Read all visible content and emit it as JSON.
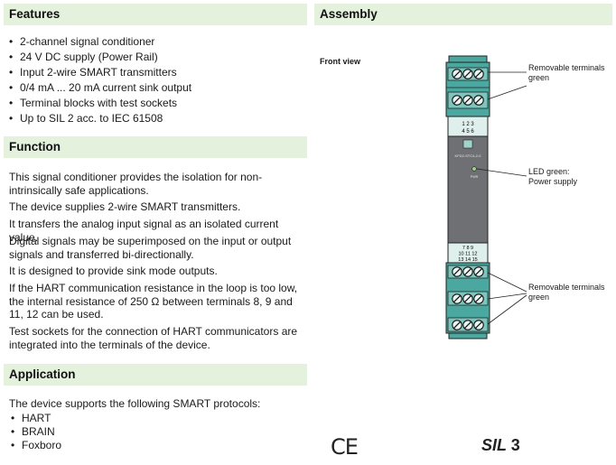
{
  "features": {
    "title": "Features",
    "items": [
      "2-channel signal conditioner",
      "24 V DC supply (Power Rail)",
      "Input 2-wire SMART transmitters",
      "0/4 mA ... 20 mA current sink output",
      "Terminal blocks with test sockets",
      "Up to SIL 2 acc. to IEC 61508"
    ]
  },
  "function": {
    "title": "Function",
    "paragraphs": [
      "This signal conditioner provides the isolation for non-intrinsically safe applications.",
      "The device supplies 2-wire SMART transmitters.",
      "It transfers the analog input signal as an isolated current value.",
      "Digital signals may be superimposed on the input or output signals and transferred bi-directionally.",
      "It is designed to provide sink mode outputs.",
      "If the HART communication resistance in the loop is too low, the internal resistance of 250 Ω between terminals 8, 9 and 11, 12 can be used.",
      "Test sockets for the connection of HART communicators are integrated into the terminals of the device."
    ]
  },
  "application": {
    "title": "Application",
    "intro": "The device supports the following SMART protocols:",
    "items": [
      "HART",
      "BRAIN",
      "Foxboro"
    ]
  },
  "assembly": {
    "title": "Assembly",
    "front_view_label": "Front view",
    "callouts": {
      "top_terminals": [
        "Removable terminals",
        "green"
      ],
      "led": [
        "LED green:",
        "Power supply"
      ],
      "bottom_terminals": [
        "Removable terminals",
        "green"
      ]
    },
    "device": {
      "terminal_labels_top": [
        "1  2  3",
        "4  5  6"
      ],
      "terminal_labels_bottom": [
        "7  8  9",
        "10  11  12",
        "13  14  15"
      ],
      "model_text": "KFD2-STC4-2-0",
      "led_text": "PWR",
      "colors": {
        "teal": "#4aa8a0",
        "body": "#6f7073",
        "terminal_light": "#7cc6bd"
      }
    }
  },
  "marks": {
    "ce": "CE",
    "sil_prefix": "SIL",
    "sil_level": "3"
  },
  "colors": {
    "header_bg": "#e3f1dd"
  }
}
